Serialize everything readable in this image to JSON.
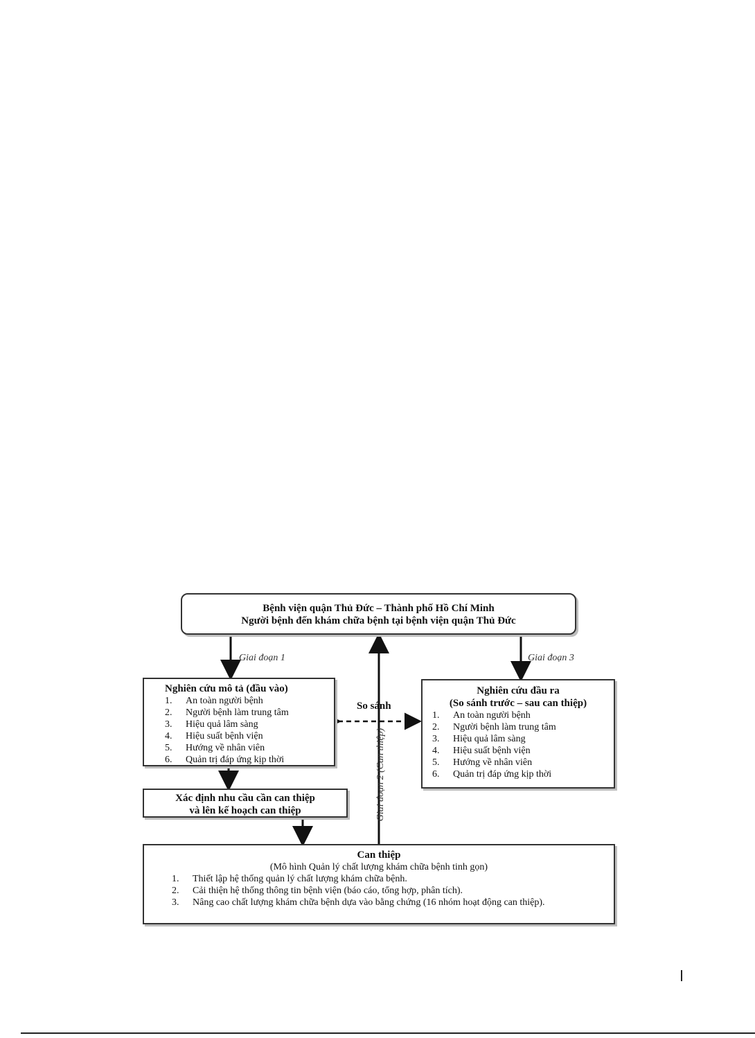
{
  "header_box": {
    "line1": "Bệnh viện quận Thủ Đức – Thành phố Hồ Chí Minh",
    "line2": "Người bệnh đến khám chữa bệnh tại bệnh viện quận Thủ Đức"
  },
  "stage1": "Giai đoạn 1",
  "stage2": "Giai đoạn 2 (Can thiệp)",
  "stage3": "Giai đoạn 3",
  "compare_label": "So sánh",
  "input_box": {
    "title": "Nghiên cứu mô tả (đầu vào)",
    "items": [
      {
        "num": "1.",
        "text": "An toàn người bệnh"
      },
      {
        "num": "2.",
        "text": "Người bệnh làm trung tâm"
      },
      {
        "num": "3.",
        "text": "Hiệu quả lâm sàng"
      },
      {
        "num": "4.",
        "text": "Hiệu suất bệnh viện"
      },
      {
        "num": "5.",
        "text": "Hướng về nhân viên"
      },
      {
        "num": "6.",
        "text": "Quản trị đáp ứng kịp thời"
      }
    ]
  },
  "output_box": {
    "title": "Nghiên cứu đầu ra",
    "subtitle": "(So sánh trước – sau can thiệp)",
    "items": [
      {
        "num": "1.",
        "text": "An toàn người bệnh"
      },
      {
        "num": "2.",
        "text": "Người bệnh làm trung tâm"
      },
      {
        "num": "3.",
        "text": "Hiệu quả lâm sàng"
      },
      {
        "num": "4.",
        "text": "Hiệu suất bệnh viện"
      },
      {
        "num": "5.",
        "text": "Hướng về nhân viên"
      },
      {
        "num": "6.",
        "text": "Quản trị đáp ứng kịp thời"
      }
    ]
  },
  "needs_box": {
    "line1": "Xác định nhu cầu cần can thiệp",
    "line2": "và lên kế hoạch can thiệp"
  },
  "intervention_box": {
    "title": "Can thiệp",
    "subtitle": "(Mô hình Quản lý chất lượng khám chữa bệnh tinh gọn)",
    "items": [
      {
        "num": "1.",
        "text": "Thiết lập hệ thống quản lý chất lượng khám chữa bệnh."
      },
      {
        "num": "2.",
        "text": "Cải thiện hệ thống thông tin bệnh viện (báo cáo, tổng hợp, phân tích)."
      },
      {
        "num": "3.",
        "text": "Nâng cao chất lượng khám chữa bệnh dựa vào bằng chứng (16 nhóm hoạt động can thiệp)."
      }
    ]
  }
}
